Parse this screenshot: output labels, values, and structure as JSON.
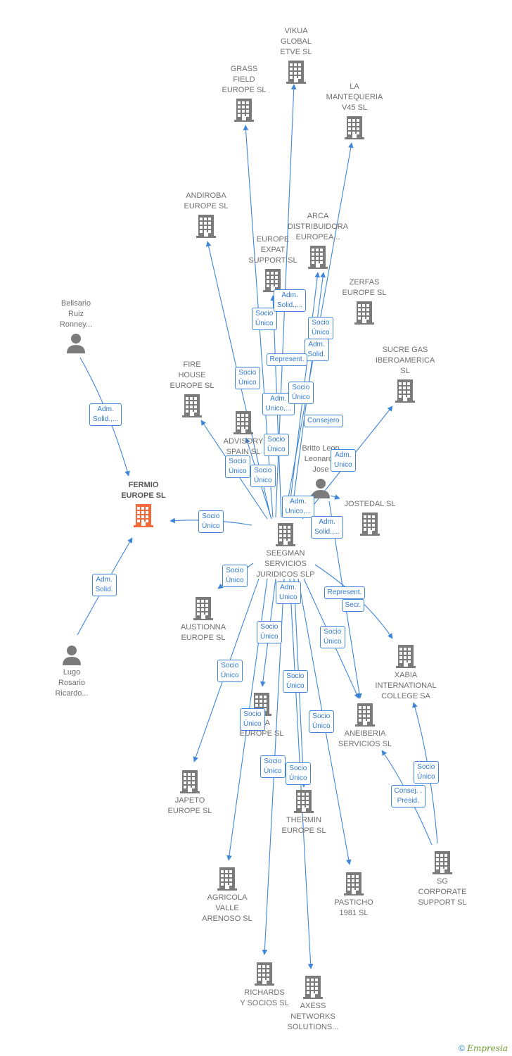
{
  "colors": {
    "edge": "#3f86d9",
    "building": "#7b7b7b",
    "highlight": "#f26a3c",
    "person": "#7b7b7b"
  },
  "nodes": [
    {
      "id": "vikua",
      "type": "company",
      "label": "VIKUA\nGLOBAL\nETVE  SL"
    },
    {
      "id": "grass",
      "type": "company",
      "label": "GRASS\nFIELD\nEUROPE  SL"
    },
    {
      "id": "lamant",
      "type": "company",
      "label": "LA\nMANTEQUERIA\nV45  SL"
    },
    {
      "id": "andiroba",
      "type": "company",
      "label": "ANDIROBA\nEUROPE  SL"
    },
    {
      "id": "arca",
      "type": "company",
      "label": "ARCA\nDISTRIBUIDORA\nEUROPEA..."
    },
    {
      "id": "expat",
      "type": "company",
      "label": "EUROPE\nEXPAT\nSUPPORT  SL"
    },
    {
      "id": "zerfas",
      "type": "company",
      "label": "ZERFAS\nEUROPE  SL"
    },
    {
      "id": "sucre",
      "type": "company",
      "label": "SUCRE GAS\nIBEROAMERICA\nSL"
    },
    {
      "id": "belisario",
      "type": "person",
      "label": "Belisario\nRuiz\nRonney..."
    },
    {
      "id": "fire",
      "type": "company",
      "label": "FIRE\nHOUSE\nEUROPE  SL"
    },
    {
      "id": "advisory",
      "type": "company",
      "label": "ADVISORY\nSPAIN  SL"
    },
    {
      "id": "britto",
      "type": "person",
      "label": "Britto Leon\nLeonardo\nJose"
    },
    {
      "id": "fermio",
      "type": "company",
      "label": "FERMIO\nEUROPE  SL",
      "highlight": true
    },
    {
      "id": "jostedal",
      "type": "company",
      "label": "JOSTEDAL  SL"
    },
    {
      "id": "seegman",
      "type": "company",
      "label": "SEEGMAN\nSERVICIOS\nJURIDICOS  SLP"
    },
    {
      "id": "austionna",
      "type": "company",
      "label": "AUSTIONNA\nEUROPE  SL"
    },
    {
      "id": "xabia",
      "type": "company",
      "label": "XABIA\nINTERNATIONAL\nCOLLEGE SA"
    },
    {
      "id": "lugo",
      "type": "person",
      "label": "Lugo\nRosario\nRicardo..."
    },
    {
      "id": "ama",
      "type": "company",
      "label": "AMA\nEUROPE  SL"
    },
    {
      "id": "aneiberia",
      "type": "company",
      "label": "ANEIBERIA\nSERVICIOS  SL"
    },
    {
      "id": "japeto",
      "type": "company",
      "label": "JAPETO\nEUROPE  SL"
    },
    {
      "id": "thermin",
      "type": "company",
      "label": "THERMIN\nEUROPE  SL"
    },
    {
      "id": "sg",
      "type": "company",
      "label": "SG\nCORPORATE\nSUPPORT  SL"
    },
    {
      "id": "agricola",
      "type": "company",
      "label": "AGRICOLA\nVALLE\nARENOSO  SL"
    },
    {
      "id": "pasticho",
      "type": "company",
      "label": "PASTICHO\n1981  SL"
    },
    {
      "id": "richards",
      "type": "company",
      "label": "RICHARDS\nY SOCIOS  SL"
    },
    {
      "id": "axess",
      "type": "company",
      "label": "AXESS\nNETWORKS\nSOLUTIONS..."
    }
  ],
  "edge_labels": [
    "Socio\nÚnico",
    "Adm.\nSolid.,...",
    "Socio\nÚnico",
    "Adm.\nSolid.",
    "Represent.",
    "Socio\nÚnico",
    "Adm.\nUnico,...",
    "Socio\nÚnico",
    "Socio\nÚnico",
    "Consejero",
    "Socio\nÚnico",
    "Socio\nÚnico",
    "Socio\nÚnico",
    "Adm.\nUnico,...",
    "Adm.\nSolid.,...",
    "Adm.\nSolid.,...",
    "Socio\nÚnico",
    "Adm.\nSolid.",
    "Socio\nÚnico",
    "Adm.\nUnico",
    "Represent.",
    "Secr.",
    "Socio\nÚnico",
    "Socio\nÚnico",
    "Socio\nÚnico",
    "Socio\nÚnico",
    "Socio\nÚnico",
    "Socio\nÚnico",
    "Socio\nÚnico",
    "Socio\nÚnico",
    "Consej. .\nPresid.",
    "Adm.\nUnico"
  ],
  "footer": {
    "copyright": "©",
    "brand": "Empresia"
  }
}
